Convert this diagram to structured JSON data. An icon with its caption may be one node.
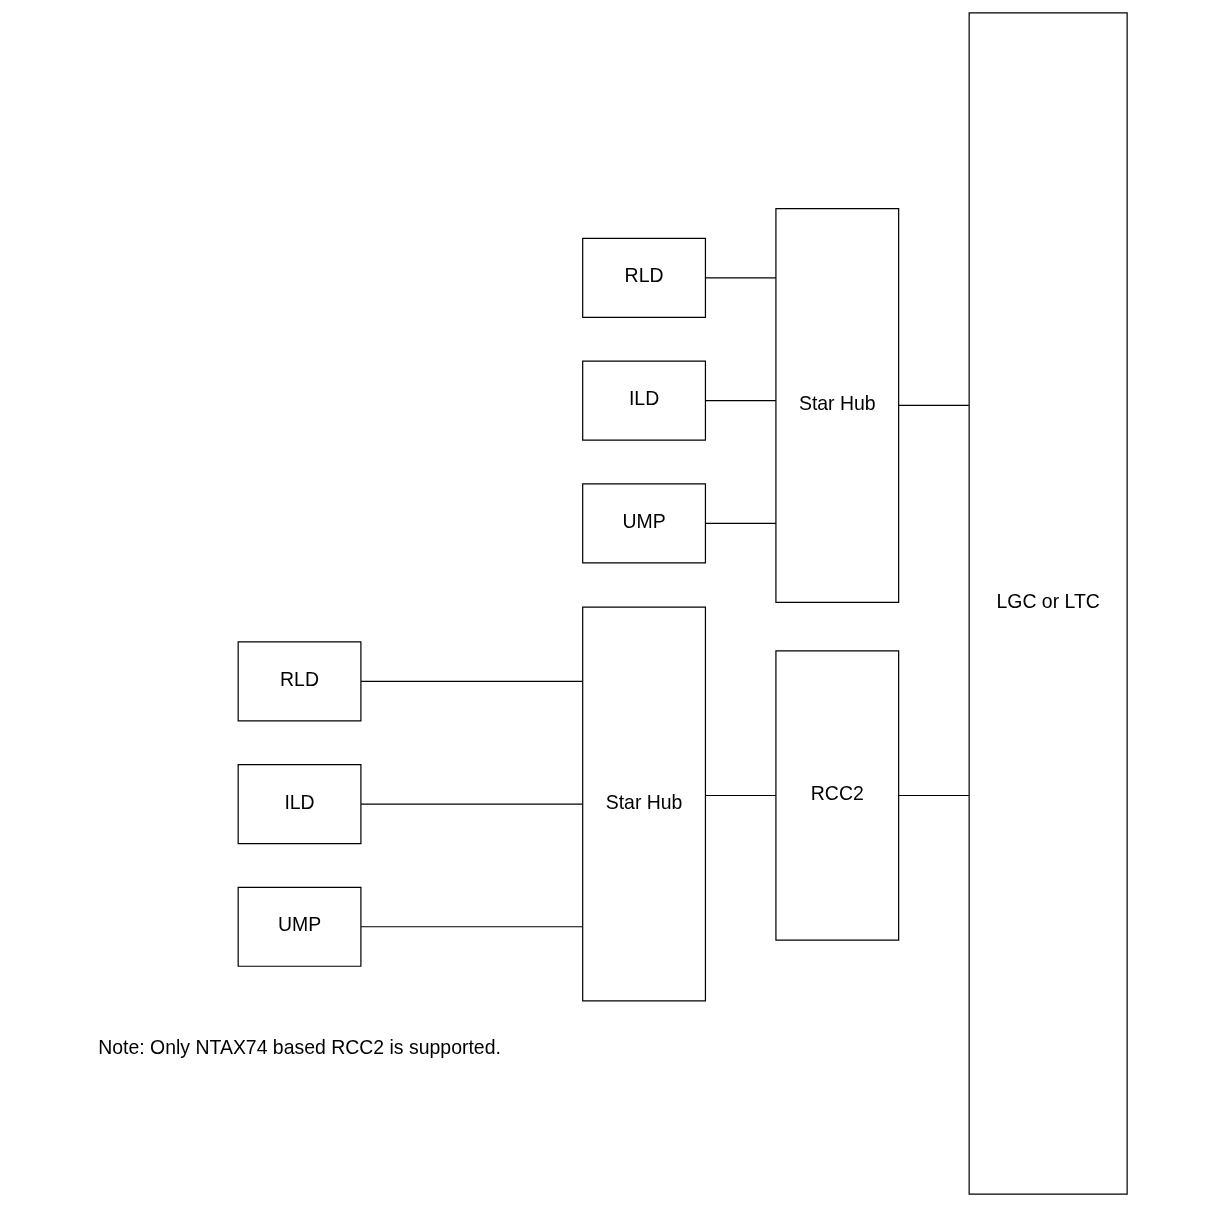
{
  "diagram": {
    "nodes": [
      {
        "text": [
          "RLD"
        ]
      },
      {
        "text": [
          "ILD"
        ]
      },
      {
        "text": [
          "UMP"
        ]
      },
      {
        "text": [
          "Star Hub"
        ]
      },
      {
        "text": [
          "LGC or LTC"
        ]
      },
      {
        "text": [
          "RLD"
        ]
      },
      {
        "text": [
          "ILD"
        ]
      },
      {
        "text": [
          "UMP"
        ]
      },
      {
        "text": [
          "Star Hub"
        ]
      },
      {
        "text": [
          "RCC2"
        ]
      }
    ],
    "edges": [
      {
        "from": 0,
        "to": 3,
        "arrow": "none"
      },
      {
        "from": 1,
        "to": 3,
        "arrow": "none"
      },
      {
        "from": 2,
        "to": 3,
        "arrow": "none"
      },
      {
        "from": 3,
        "to": 4,
        "arrow": "none"
      },
      {
        "from": 5,
        "to": 8,
        "arrow": "none"
      },
      {
        "from": 6,
        "to": 8,
        "arrow": "none"
      },
      {
        "from": 7,
        "to": 8,
        "arrow": "none"
      },
      {
        "from": 8,
        "to": 9,
        "arrow": "none"
      },
      {
        "from": 9,
        "to": 4,
        "arrow": "none"
      }
    ],
    "labels": [
      "Note: Only NTAX74 based RCC2 is supported."
    ]
  }
}
